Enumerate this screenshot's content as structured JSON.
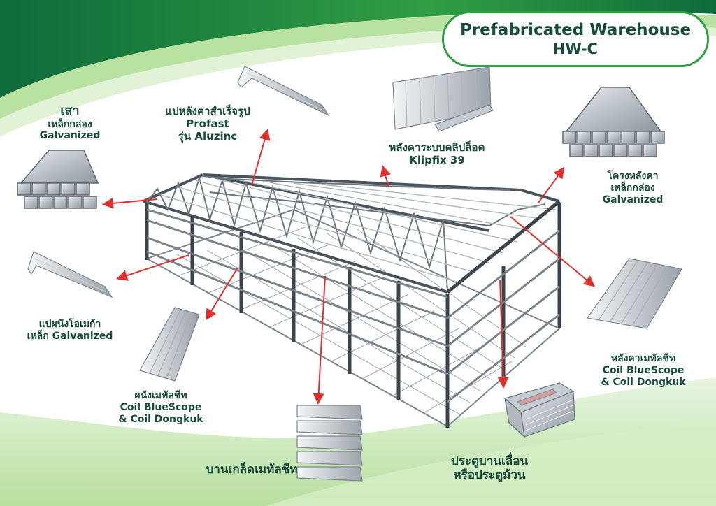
{
  "title": {
    "line1": "Prefabricated Warehouse",
    "line2": "HW-C"
  },
  "labels": {
    "column": {
      "l1": "เสา",
      "l2": "เหล็กกล่อง",
      "l3": "Galvanized"
    },
    "purlin": {
      "l1": "แปหลังคาสำเร็จรูป",
      "l2": "Profast",
      "l3": "รุ่น Aluzinc"
    },
    "roof_system": {
      "l1": "หลังคาระบบคลิปล็อค",
      "l2": "Klipfix 39"
    },
    "roof_frame": {
      "l1": "โครงหลังคา",
      "l2": "เหล็กกล่อง",
      "l3": "Galvanized"
    },
    "wall_purlin": {
      "l1": "แปผนังโอเมก้า",
      "l2": "เหล็ก Galvanized"
    },
    "roof_sheet": {
      "l1": "หลังคาเมทัลชีท",
      "l2": "Coil BlueScope",
      "l3": "& Coil Dongkuk"
    },
    "wall_sheet": {
      "l1": "ผนังเมทัลชีท",
      "l2": "Coil BlueScope",
      "l3": "& Coil Dongkuk"
    },
    "louver": {
      "l1": "บานเกล็ดเมทัลชีท"
    },
    "door": {
      "l1": "ประตูบานเลื่อน",
      "l2": "หรือประตูม้วน"
    }
  },
  "colors": {
    "text": "#174b3c",
    "accent_green": "#2f9e44",
    "arrow_red": "#e03131",
    "steel": "#8a949c"
  }
}
